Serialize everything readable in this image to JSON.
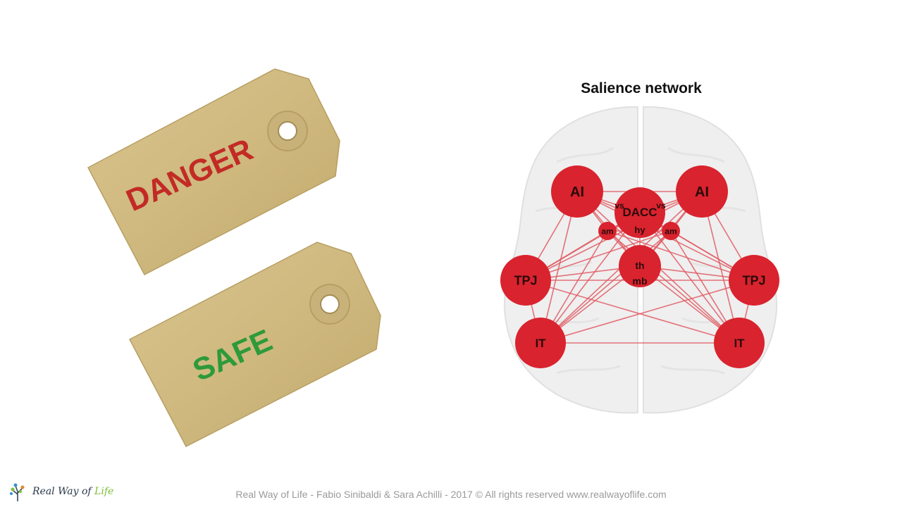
{
  "tags": [
    {
      "label": "DANGER",
      "color": "#c22b25"
    },
    {
      "label": "SAFE",
      "color": "#2e9a3a"
    }
  ],
  "network": {
    "title": "Salience network",
    "node_color": "#d9232e",
    "edge_color": "#e05a63",
    "nodes": [
      {
        "id": "ai_l",
        "label": "AI"
      },
      {
        "id": "ai_r",
        "label": "AI"
      },
      {
        "id": "dacc",
        "label": "DACC"
      },
      {
        "id": "vs_l",
        "label": "vs"
      },
      {
        "id": "vs_r",
        "label": "vs"
      },
      {
        "id": "hy",
        "label": "hy"
      },
      {
        "id": "am_l",
        "label": "am"
      },
      {
        "id": "am_r",
        "label": "am"
      },
      {
        "id": "th",
        "label": "th"
      },
      {
        "id": "mb",
        "label": "mb"
      },
      {
        "id": "tpj_l",
        "label": "TPJ"
      },
      {
        "id": "tpj_r",
        "label": "TPJ"
      },
      {
        "id": "it_l",
        "label": "IT"
      },
      {
        "id": "it_r",
        "label": "IT"
      }
    ]
  },
  "footer": {
    "text": "Real Way of Life - Fabio Sinibaldi & Sara Achilli - 2017 © All rights reserved www.realwayoflife.com"
  },
  "logo": {
    "text_main": "Real Way of ",
    "text_accent": "Life"
  }
}
